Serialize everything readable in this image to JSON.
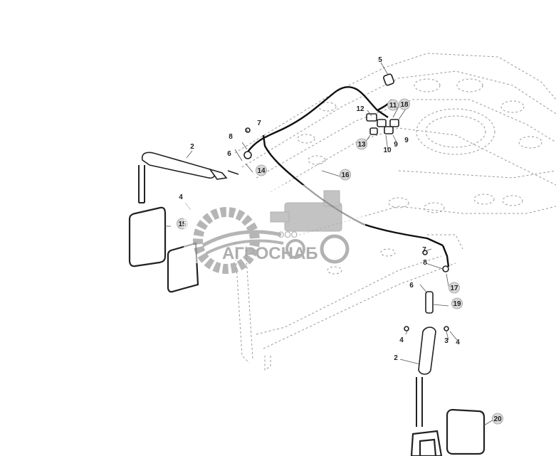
{
  "callouts": [
    {
      "id": "c2a",
      "label": "2",
      "circled": false
    },
    {
      "id": "c2b",
      "label": "2",
      "circled": false
    },
    {
      "id": "c3",
      "label": "3",
      "circled": false
    },
    {
      "id": "c4a",
      "label": "4",
      "circled": false
    },
    {
      "id": "c4b",
      "label": "4",
      "circled": false
    },
    {
      "id": "c4c",
      "label": "4",
      "circled": false
    },
    {
      "id": "c5",
      "label": "5",
      "circled": false
    },
    {
      "id": "c6a",
      "label": "6",
      "circled": false
    },
    {
      "id": "c6b",
      "label": "6",
      "circled": false
    },
    {
      "id": "c7a",
      "label": "7",
      "circled": false
    },
    {
      "id": "c7b",
      "label": "7",
      "circled": false
    },
    {
      "id": "c8a",
      "label": "8",
      "circled": false
    },
    {
      "id": "c8b",
      "label": "8",
      "circled": false
    },
    {
      "id": "c9a",
      "label": "9",
      "circled": false
    },
    {
      "id": "c9b",
      "label": "9",
      "circled": false
    },
    {
      "id": "c10",
      "label": "10",
      "circled": false
    },
    {
      "id": "c11",
      "label": "11",
      "circled": true
    },
    {
      "id": "c12",
      "label": "12",
      "circled": false
    },
    {
      "id": "c13",
      "label": "13",
      "circled": true
    },
    {
      "id": "c14",
      "label": "14",
      "circled": true
    },
    {
      "id": "c15",
      "label": "15",
      "circled": true
    },
    {
      "id": "c16",
      "label": "16",
      "circled": true
    },
    {
      "id": "c17",
      "label": "17",
      "circled": true
    },
    {
      "id": "c18",
      "label": "18",
      "circled": true
    },
    {
      "id": "c19",
      "label": "19",
      "circled": true
    },
    {
      "id": "c20",
      "label": "20",
      "circled": true
    }
  ],
  "watermark": {
    "small": "ООО",
    "brand": "АГРОСНАБ"
  }
}
